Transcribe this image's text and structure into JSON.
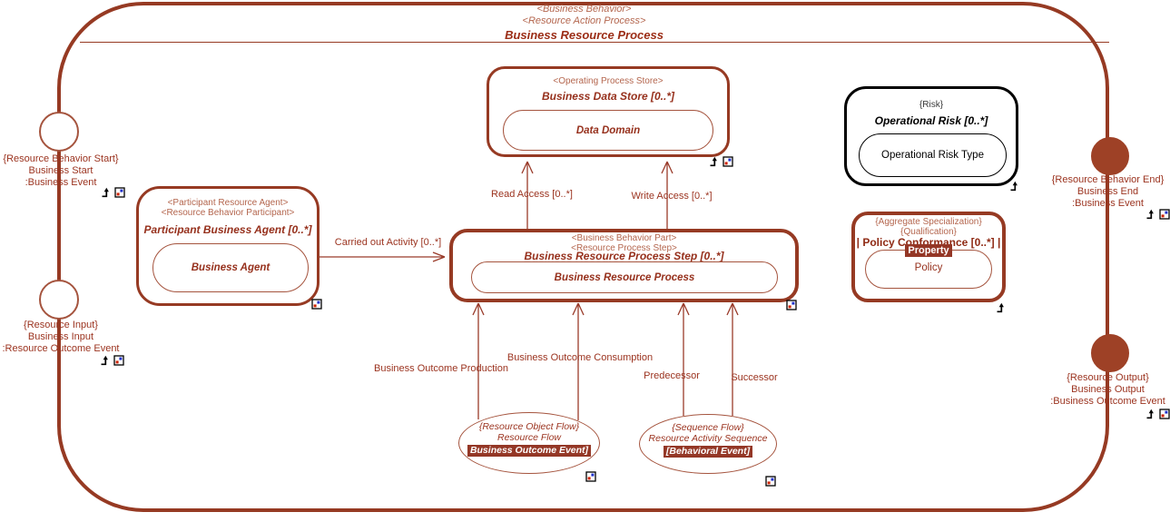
{
  "frame": {
    "stereotype1": "<Business Behavior>",
    "stereotype2": "<Resource Action Process>",
    "title": "Business Resource Process"
  },
  "border_events": {
    "start": {
      "stereotype": "{Resource Behavior Start}",
      "name": "Business Start",
      "type": ":Business Event"
    },
    "input": {
      "stereotype": "{Resource Input}",
      "name": "Business Input",
      "type": ":Resource Outcome Event"
    },
    "end": {
      "stereotype": "{Resource Behavior End}",
      "name": "Business End",
      "type": ":Business Event"
    },
    "output": {
      "stereotype": "{Resource Output}",
      "name": "Business Output",
      "type": ":Business Outcome Event"
    }
  },
  "nodes": {
    "data_store": {
      "stereotype1": "<Operating Process Store>",
      "title": "Business Data Store [0..*]",
      "inner": "Data Domain"
    },
    "agent": {
      "stereotype1": "<Participant Resource Agent>",
      "stereotype2": "<Resource Behavior Participant>",
      "title": "Participant Business Agent [0..*]",
      "inner": "Business Agent"
    },
    "process_step": {
      "stereotype1": "<Business Behavior Part>",
      "stereotype2": "<Resource Process Step>",
      "title": "Business Resource Process Step [0..*]",
      "inner": "Business Resource Process"
    },
    "risk": {
      "stereotype1": "{Risk}",
      "title": "Operational Risk [0..*]",
      "inner": "Operational Risk Type"
    },
    "policy": {
      "stereotype1": "{Aggregate Specialization}",
      "stereotype2": "{Qualification}",
      "title": "| Policy Conformance [0..*] |",
      "highlight": "Property",
      "inner": "Policy"
    },
    "resource_flow": {
      "stereotype1": "{Resource Object Flow}",
      "line2": "Resource Flow",
      "highlight": "Business Outcome Event]"
    },
    "sequence_flow": {
      "stereotype1": "{Sequence Flow}",
      "line2": "Resource Activity Sequence",
      "highlight": "[Behavioral Event]"
    }
  },
  "connectors": {
    "carried_out": "Carried out Activity [0..*]",
    "read_access": "Read Access [0..*]",
    "write_access": "Write Access [0..*]",
    "production": "Business Outcome Production",
    "consumption": "Business Outcome Consumption",
    "predecessor": "Predecessor",
    "successor": "Successor"
  },
  "colors": {
    "primary": "#963a23",
    "stereotype": "#b4664e",
    "text": "#9b331f",
    "filled_circle": "#9e4126",
    "highlight_bg": "#943726",
    "risk_border": "#000000"
  }
}
